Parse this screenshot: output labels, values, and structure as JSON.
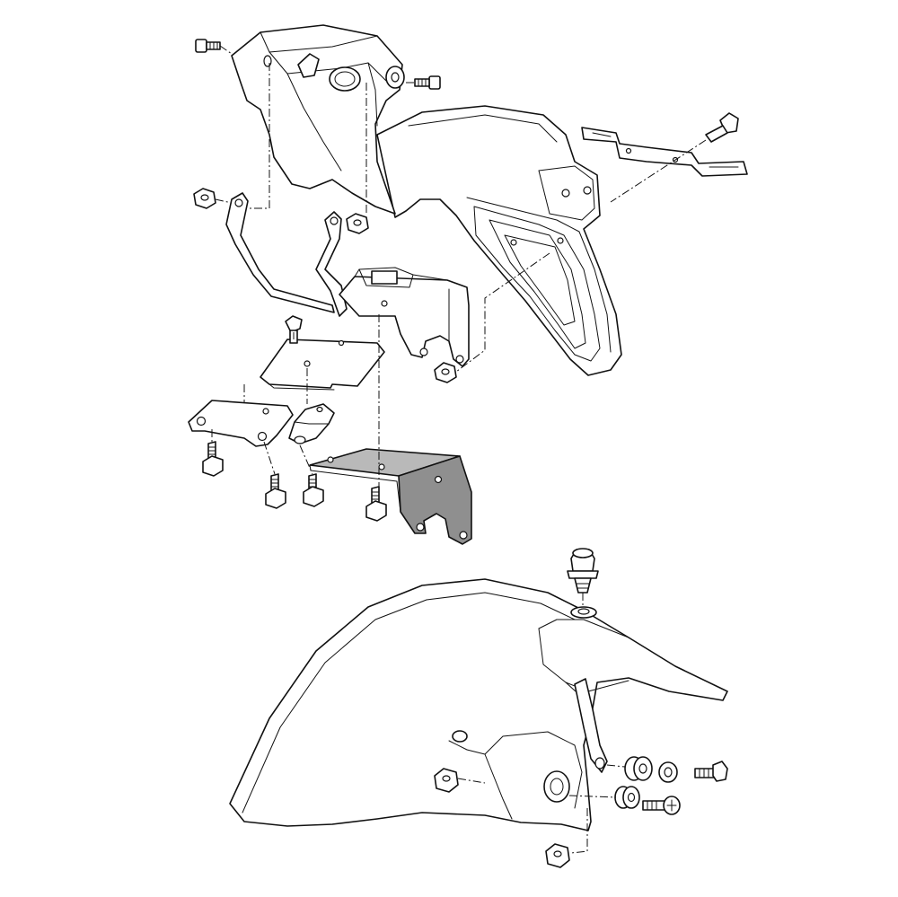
{
  "diagram": {
    "type": "exploded-parts-view",
    "colors": {
      "line": "#111111",
      "background": "#ffffff",
      "highlighted_part": "#b9b9b9",
      "highlighted_part_side": "#8f8f8f"
    },
    "assemblies": [
      {
        "name": "rear-tail-section",
        "parts": [
          "upper-tail-cowl",
          "rear-fender-mudguard",
          "license-plate-bracket",
          "left-mounting-stay",
          "right-mounting-stay",
          "lower-bracket",
          "upper-plate",
          "left-plate",
          "rubber-damper",
          "highlighted-bracket"
        ],
        "fasteners": [
          "bolt-top-left",
          "bolt-top-right",
          "bolt-plate-bracket",
          "nut-left",
          "nut-center",
          "nut-lower",
          "bolt-upper-plate",
          "bolt-left-plate",
          "bolt-plate-center",
          "bolt-damper",
          "bolt-highlighted-bracket"
        ]
      },
      {
        "name": "front-fender",
        "parts": [
          "front-fender-body",
          "fender-stay-bracket"
        ],
        "fasteners": [
          "push-clip",
          "nut-fender-left",
          "nut-fender-bottom",
          "grommet-upper",
          "collar-upper",
          "bolt-upper",
          "grommet-lower",
          "screw-lower"
        ]
      }
    ]
  }
}
